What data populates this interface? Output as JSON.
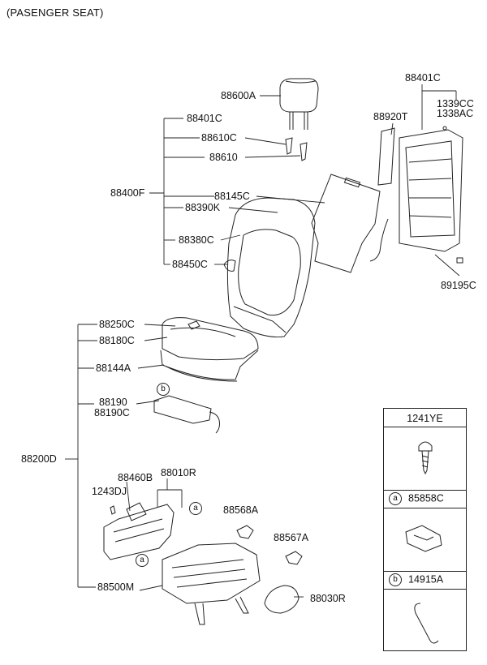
{
  "header": "(PASENGER SEAT)",
  "labels": {
    "p88600A": "88600A",
    "p88401C_a": "88401C",
    "p88610C": "88610C",
    "p88610": "88610",
    "p88400F": "88400F",
    "p88145C": "88145C",
    "p88390K": "88390K",
    "p88380C": "88380C",
    "p88450C": "88450C",
    "p88401C_b": "88401C",
    "p88920T": "88920T",
    "p1339CC": "1339CC",
    "p1338AC": "1338AC",
    "p89195C": "89195C",
    "p88250C": "88250C",
    "p88180C": "88180C",
    "p88144A": "88144A",
    "p88190": "88190",
    "p88190C": "88190C",
    "p88200D": "88200D",
    "p88460B": "88460B",
    "p88010R": "88010R",
    "p1243DJ": "1243DJ",
    "p88568A": "88568A",
    "p88567A": "88567A",
    "p88500M": "88500M",
    "p88030R": "88030R"
  },
  "tags": {
    "a": "a",
    "b": "b"
  },
  "legend": {
    "top_title": "1241YE",
    "row_a": {
      "tag": "a",
      "part": "85858C"
    },
    "row_b": {
      "tag": "b",
      "part": "14915A"
    }
  }
}
